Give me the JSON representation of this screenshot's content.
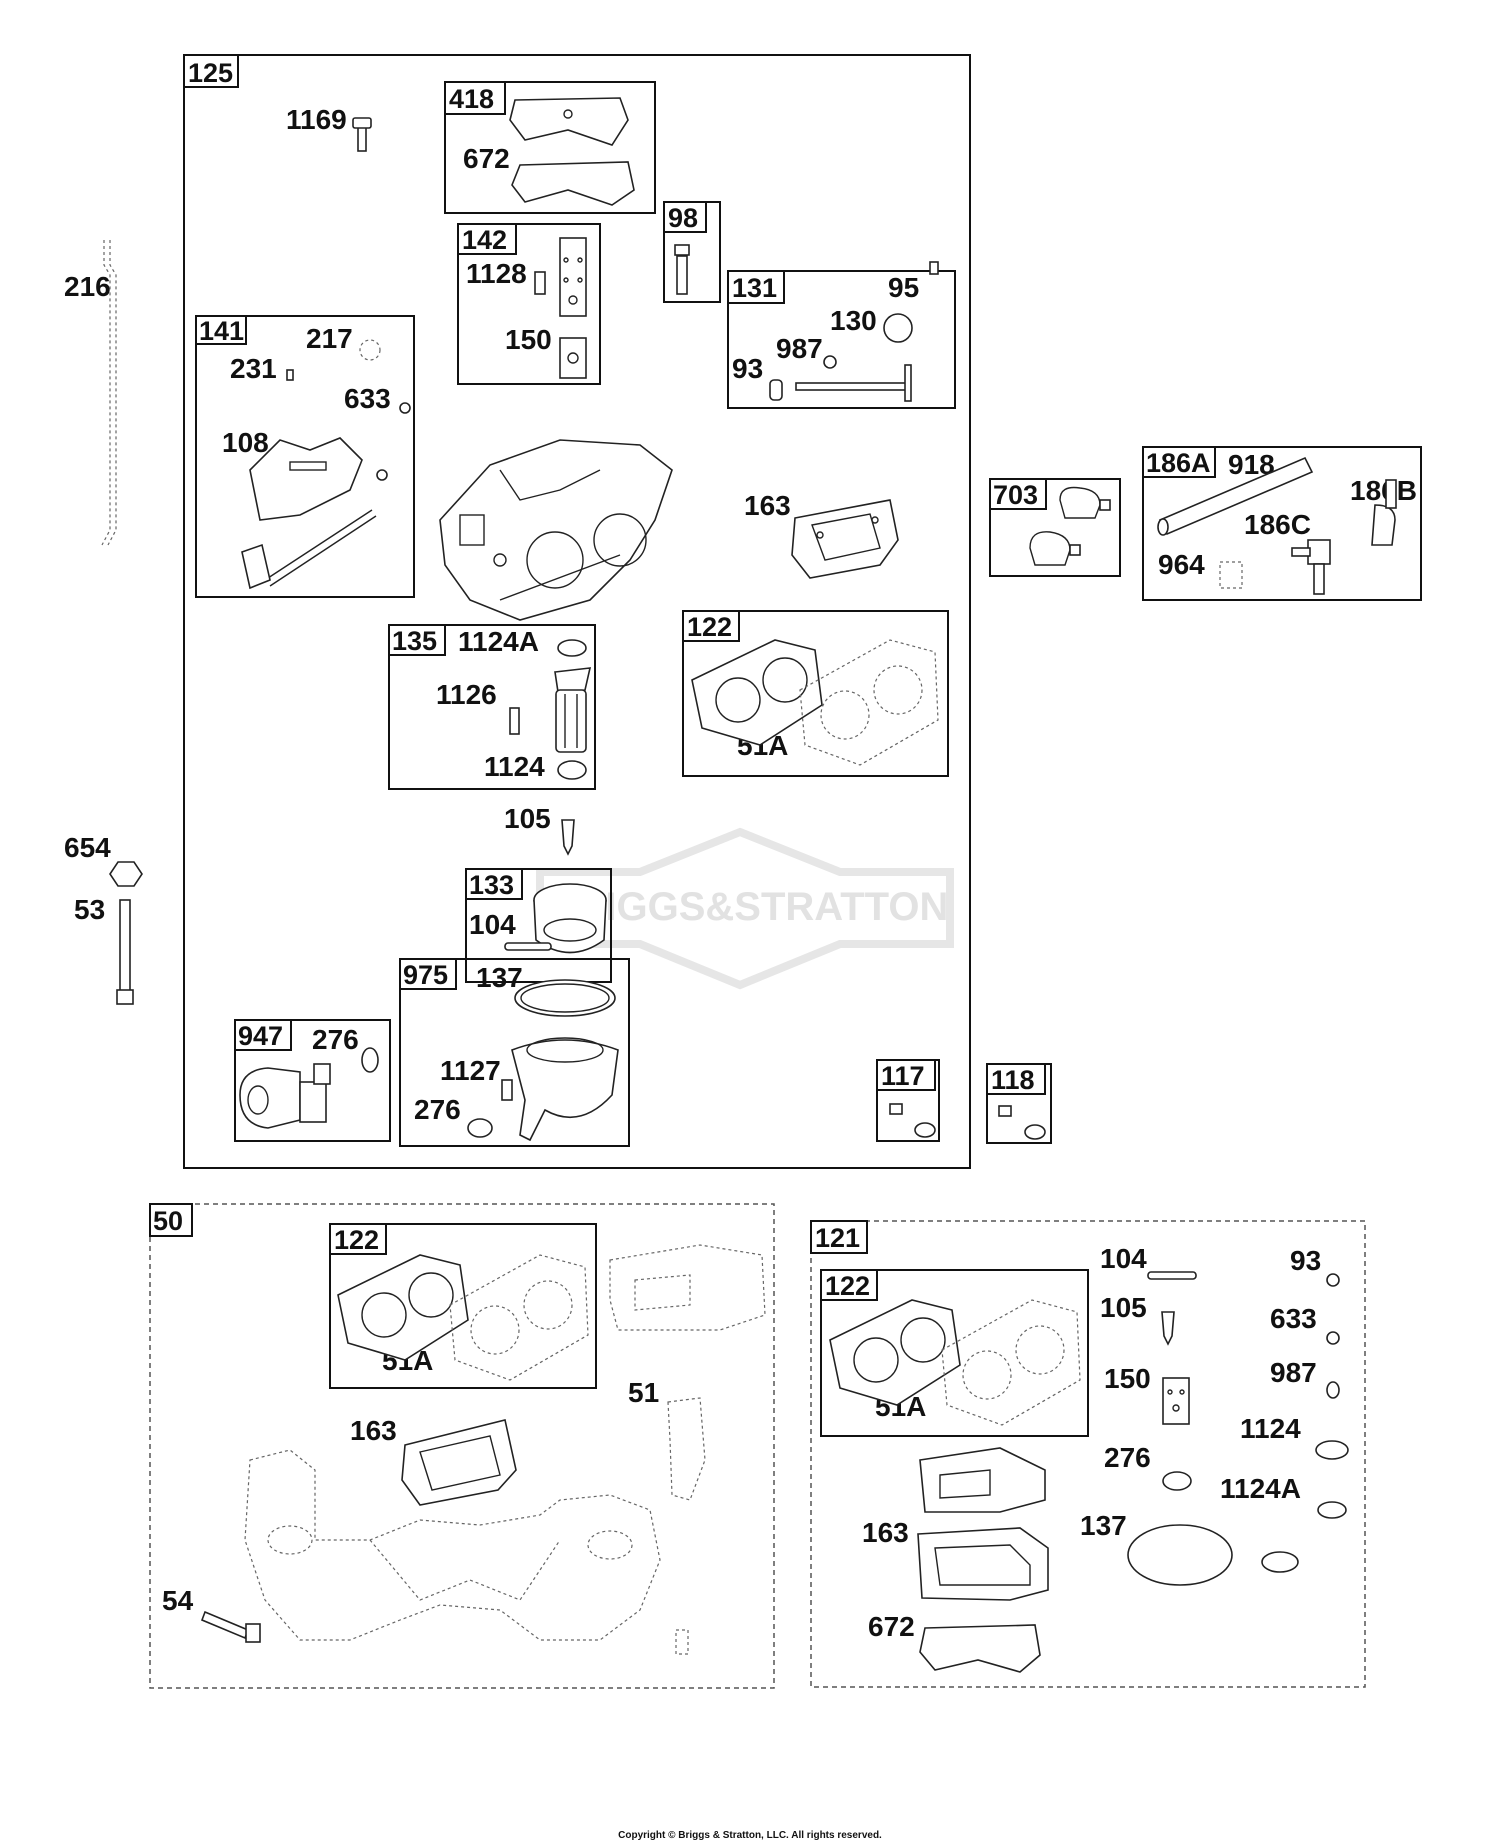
{
  "copyright": "Copyright © Briggs & Stratton, LLC. All rights reserved.",
  "watermark": "BRIGGS&STRATTON",
  "groups": {
    "g125": "125",
    "g418": "418",
    "g142": "142",
    "g98": "98",
    "g131": "131",
    "g141": "141",
    "g135": "135",
    "g122a": "122",
    "g133": "133",
    "g975": "975",
    "g947": "947",
    "g117": "117",
    "g118": "118",
    "g703": "703",
    "g186a": "186A",
    "g50": "50",
    "g122b": "122",
    "g121": "121",
    "g122c": "122"
  },
  "labels": {
    "p1169": "1169",
    "p672a": "672",
    "p1128": "1128",
    "p150a": "150",
    "p95": "95",
    "p130": "130",
    "p987a": "987",
    "p93a": "93",
    "p216": "216",
    "p231": "231",
    "p217": "217",
    "p633a": "633",
    "p108": "108",
    "p163a": "163",
    "p1124Aa": "1124A",
    "p1126": "1126",
    "p1124a": "1124",
    "p51Aa": "51A",
    "p105a": "105",
    "p104a": "104",
    "p654": "654",
    "p53": "53",
    "p137a": "137",
    "p1127": "1127",
    "p276a": "276",
    "p276b": "276",
    "p918": "918",
    "p186B": "186B",
    "p186C": "186C",
    "p964": "964",
    "p51Ab": "51A",
    "p163b": "163",
    "p51": "51",
    "p54": "54",
    "p104b": "104",
    "p93b": "93",
    "p105b": "105",
    "p633b": "633",
    "p51Ac": "51A",
    "p150b": "150",
    "p987b": "987",
    "p1124b": "1124",
    "p276c": "276",
    "p1124Ab": "1124A",
    "p163c": "163",
    "p137b": "137",
    "p672b": "672"
  }
}
